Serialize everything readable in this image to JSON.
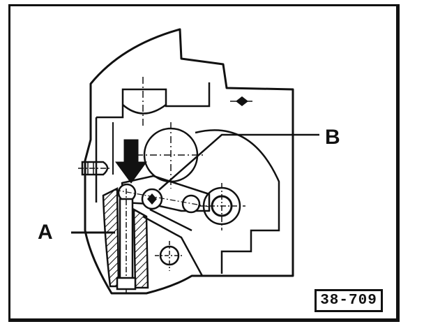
{
  "callouts": {
    "a": "A",
    "b": "B"
  },
  "figure_number": "38-709",
  "colors": {
    "ink": "#111111",
    "paper": "#ffffff"
  },
  "icons": {
    "pressure_arrow": "down-arrow-icon"
  }
}
